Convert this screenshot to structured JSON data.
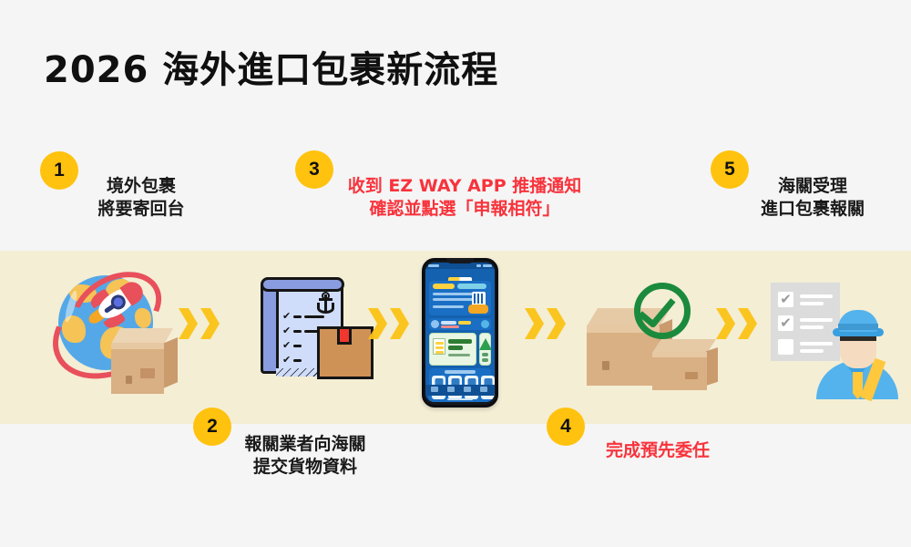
{
  "page": {
    "title": "2026 海外進口包裹新流程",
    "background_color": "#f5f5f5",
    "band_color": "#f4eed5",
    "badge_color": "#ffc20e",
    "accent_red": "#f8333c",
    "accent_dark": "#1a1a1a",
    "arrow_color": "#fbc318"
  },
  "steps": [
    {
      "number": "1",
      "position": "top",
      "emphasis": "normal",
      "lines": [
        "境外包裹",
        "將要寄回台"
      ],
      "illustration": "globe-rocket-parcel"
    },
    {
      "number": "2",
      "position": "bottom",
      "emphasis": "normal",
      "lines": [
        "報關業者向海關",
        "提交貨物資料"
      ],
      "illustration": "manifest-checklist-parcel"
    },
    {
      "number": "3",
      "position": "top",
      "emphasis": "red",
      "lines": [
        "收到 EZ WAY APP 推播通知",
        "確認並點選「申報相符」"
      ],
      "illustration": "smartphone-ezway-app"
    },
    {
      "number": "4",
      "position": "bottom",
      "emphasis": "red",
      "lines": [
        "完成預先委任"
      ],
      "illustration": "parcels-green-check"
    },
    {
      "number": "5",
      "position": "top",
      "emphasis": "normal",
      "lines": [
        "海關受理",
        "進口包裹報關"
      ],
      "illustration": "customs-officer-checklist"
    }
  ],
  "arrows": [
    {
      "name": "arrow-step1-to-step2",
      "glyph": "»"
    },
    {
      "name": "arrow-step2-to-step3",
      "glyph": "»"
    },
    {
      "name": "arrow-step3-to-step4",
      "glyph": "»"
    },
    {
      "name": "arrow-step4-to-step5",
      "glyph": "»"
    }
  ]
}
